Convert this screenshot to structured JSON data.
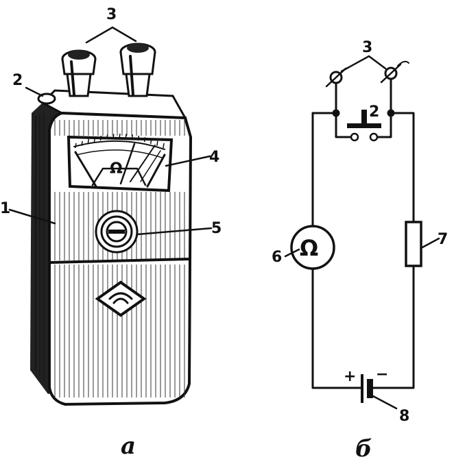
{
  "figure": {
    "part_a": {
      "caption": "а",
      "labels": {
        "body": "1",
        "button": "2",
        "terminals": "3",
        "scale": "4",
        "knob": "5"
      },
      "dial_symbol": "Ω"
    },
    "part_b": {
      "caption": "б",
      "labels": {
        "terminals": "3",
        "button": "2",
        "meter": "6",
        "resistor": "7",
        "battery": "8"
      },
      "meter_symbol": "Ω",
      "battery_plus": "+",
      "battery_minus": "−"
    }
  }
}
